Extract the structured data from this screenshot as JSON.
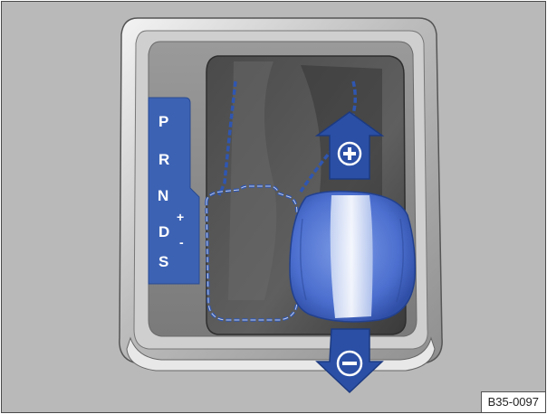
{
  "gear_gate": {
    "positions": [
      "P",
      "R",
      "N",
      "D",
      "S"
    ],
    "plus_label": "+",
    "minus_label": "-"
  },
  "arrows": {
    "up_symbol": "plus-icon",
    "down_symbol": "minus-icon"
  },
  "figure_code": "B35-0097",
  "colors": {
    "gate_blue": "#3c62b4",
    "arrow_blue": "#2a4fa5",
    "lever_blue": "#4f74d6",
    "background_gray": "#b9b9b9"
  }
}
